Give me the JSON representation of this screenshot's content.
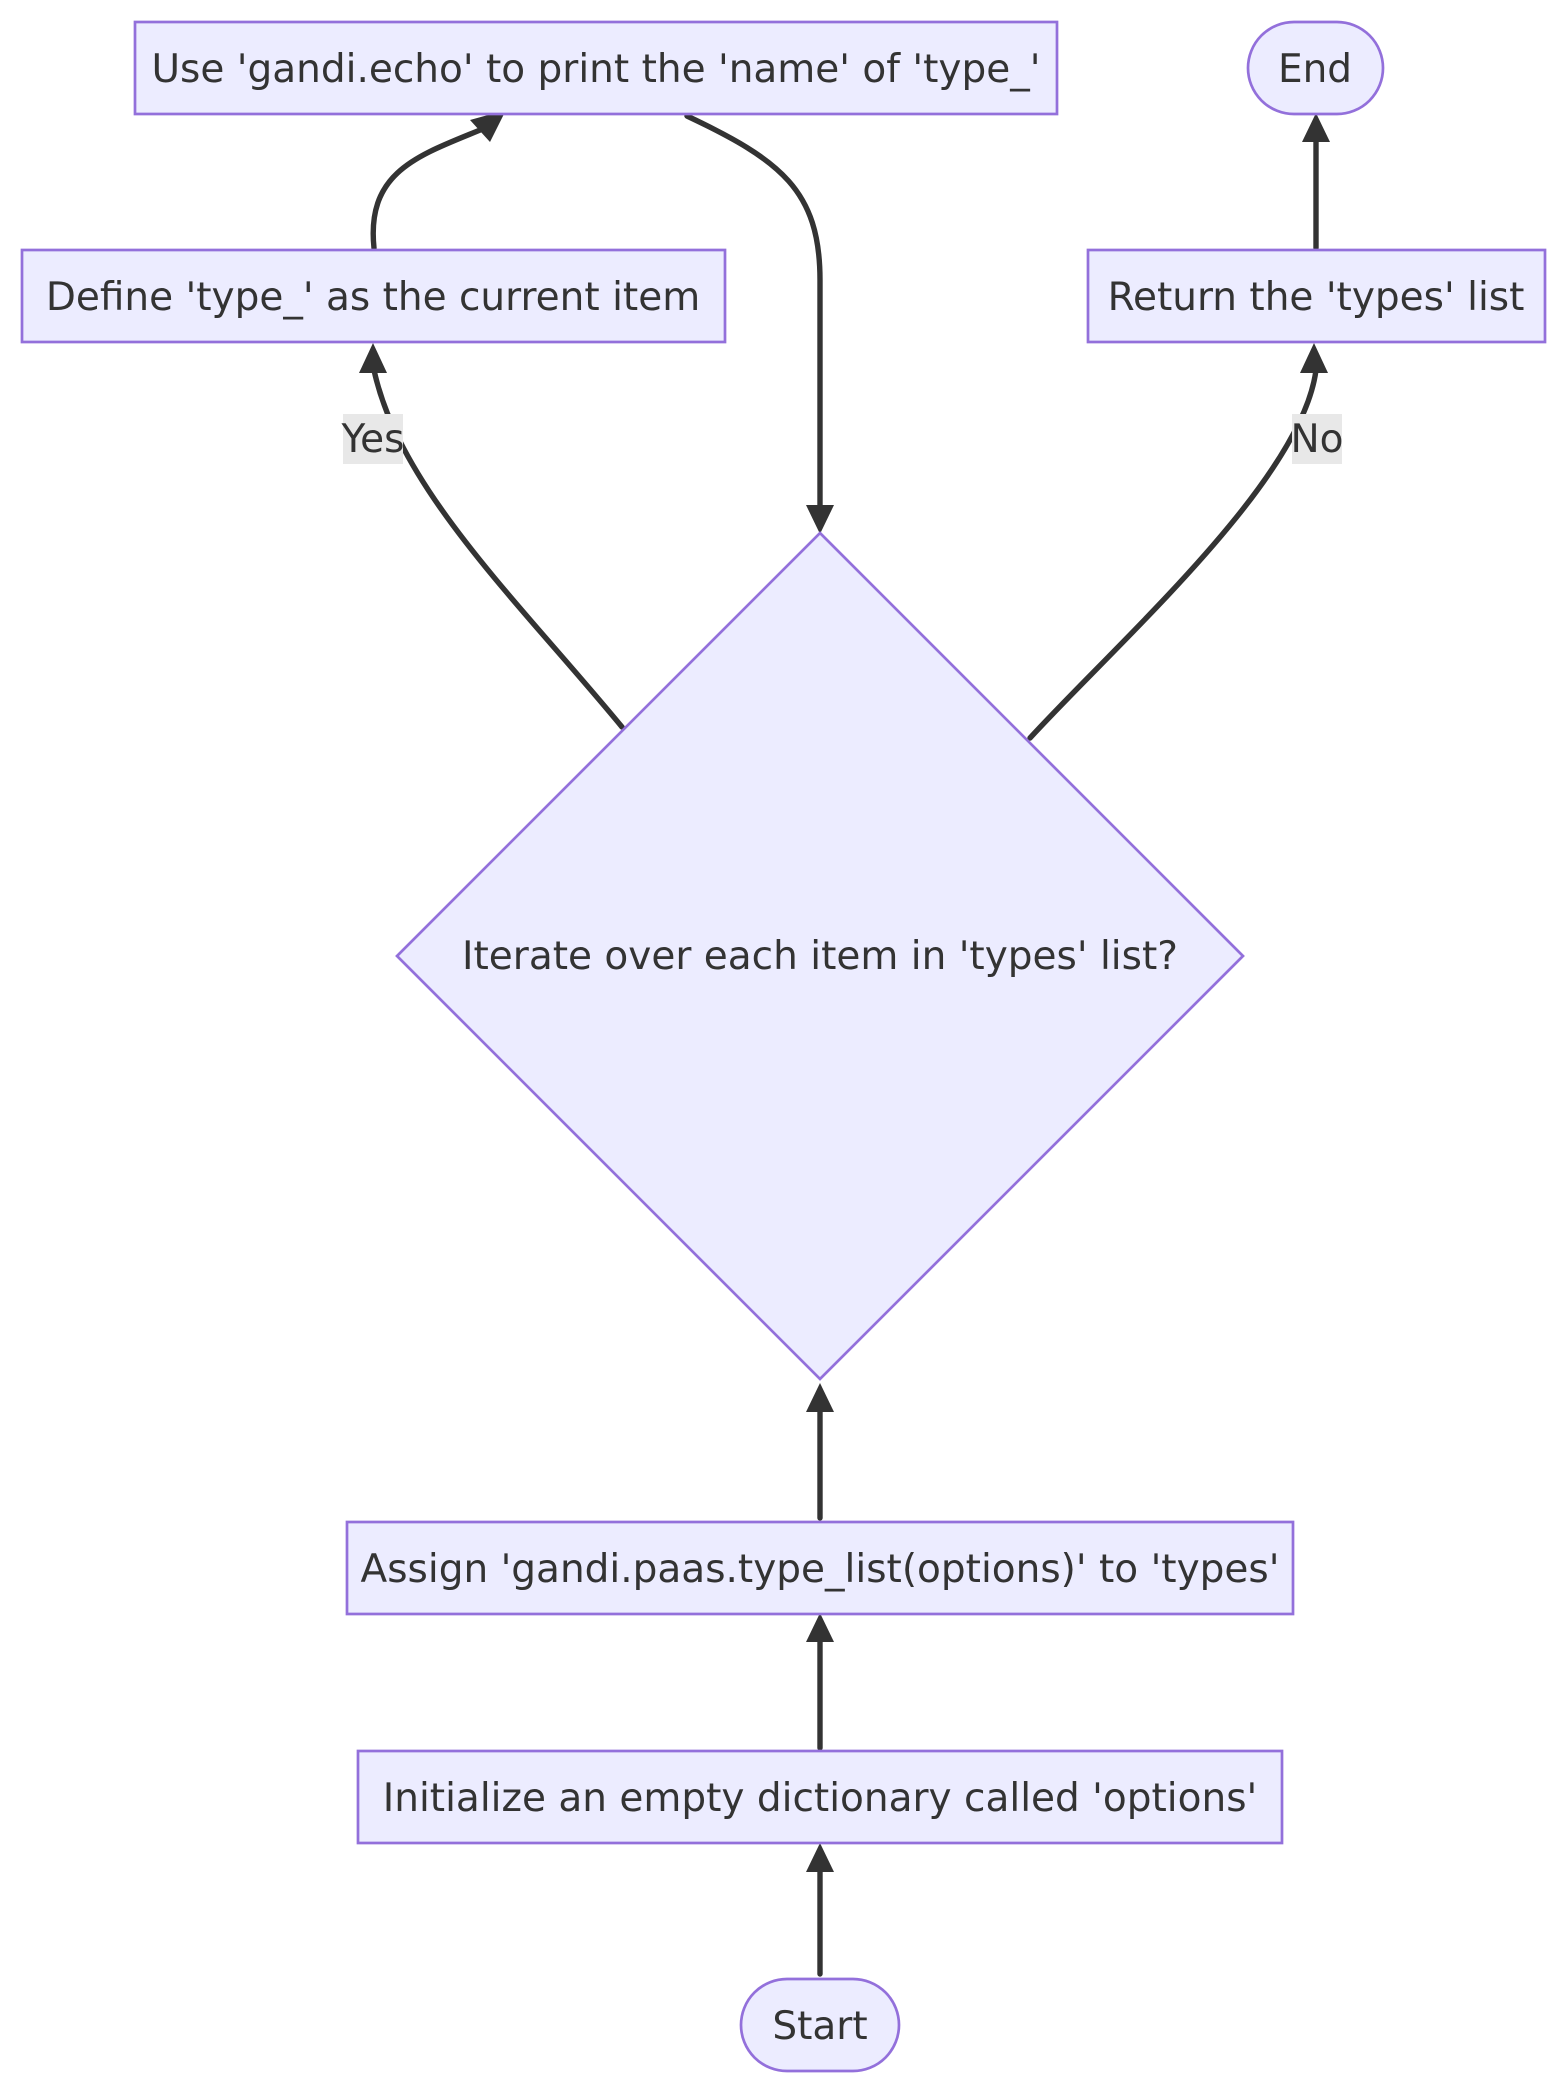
{
  "diagram": {
    "nodes": {
      "print_name": "Use 'gandi.echo' to print the 'name' of 'type_'",
      "end": "End",
      "define_type": "Define 'type_' as the current item",
      "return_types": "Return the 'types' list",
      "iterate": "Iterate over each item in 'types' list?",
      "assign_types": "Assign 'gandi.paas.type_list(options)' to 'types'",
      "init_options": "Initialize an empty dictionary called 'options'",
      "start": "Start"
    },
    "edge_labels": {
      "yes": "Yes",
      "no": "No"
    },
    "colors": {
      "node_fill": "#ECECFF",
      "node_stroke": "#9370DB",
      "edge": "#333333",
      "label_bg": "#e8e8e8"
    }
  }
}
